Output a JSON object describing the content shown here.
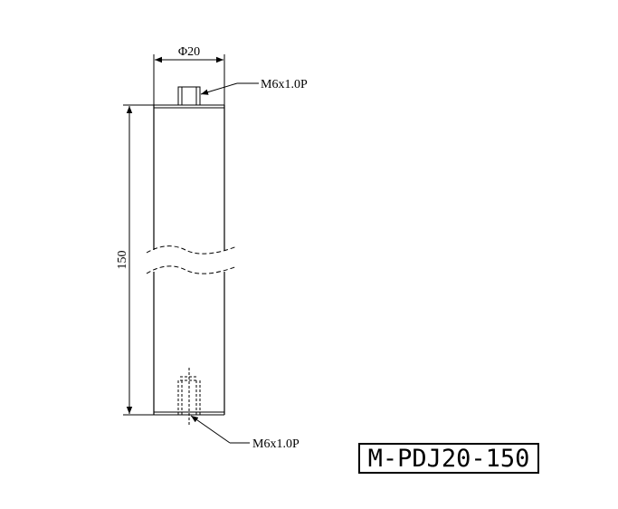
{
  "diameter_label": "Φ20",
  "length_label": "150",
  "top_thread_label": "M6x1.0P",
  "bottom_thread_label": "M6x1.0P",
  "part_number": "M-PDJ20-150",
  "colors": {
    "line": "#000000",
    "background": "#ffffff"
  }
}
